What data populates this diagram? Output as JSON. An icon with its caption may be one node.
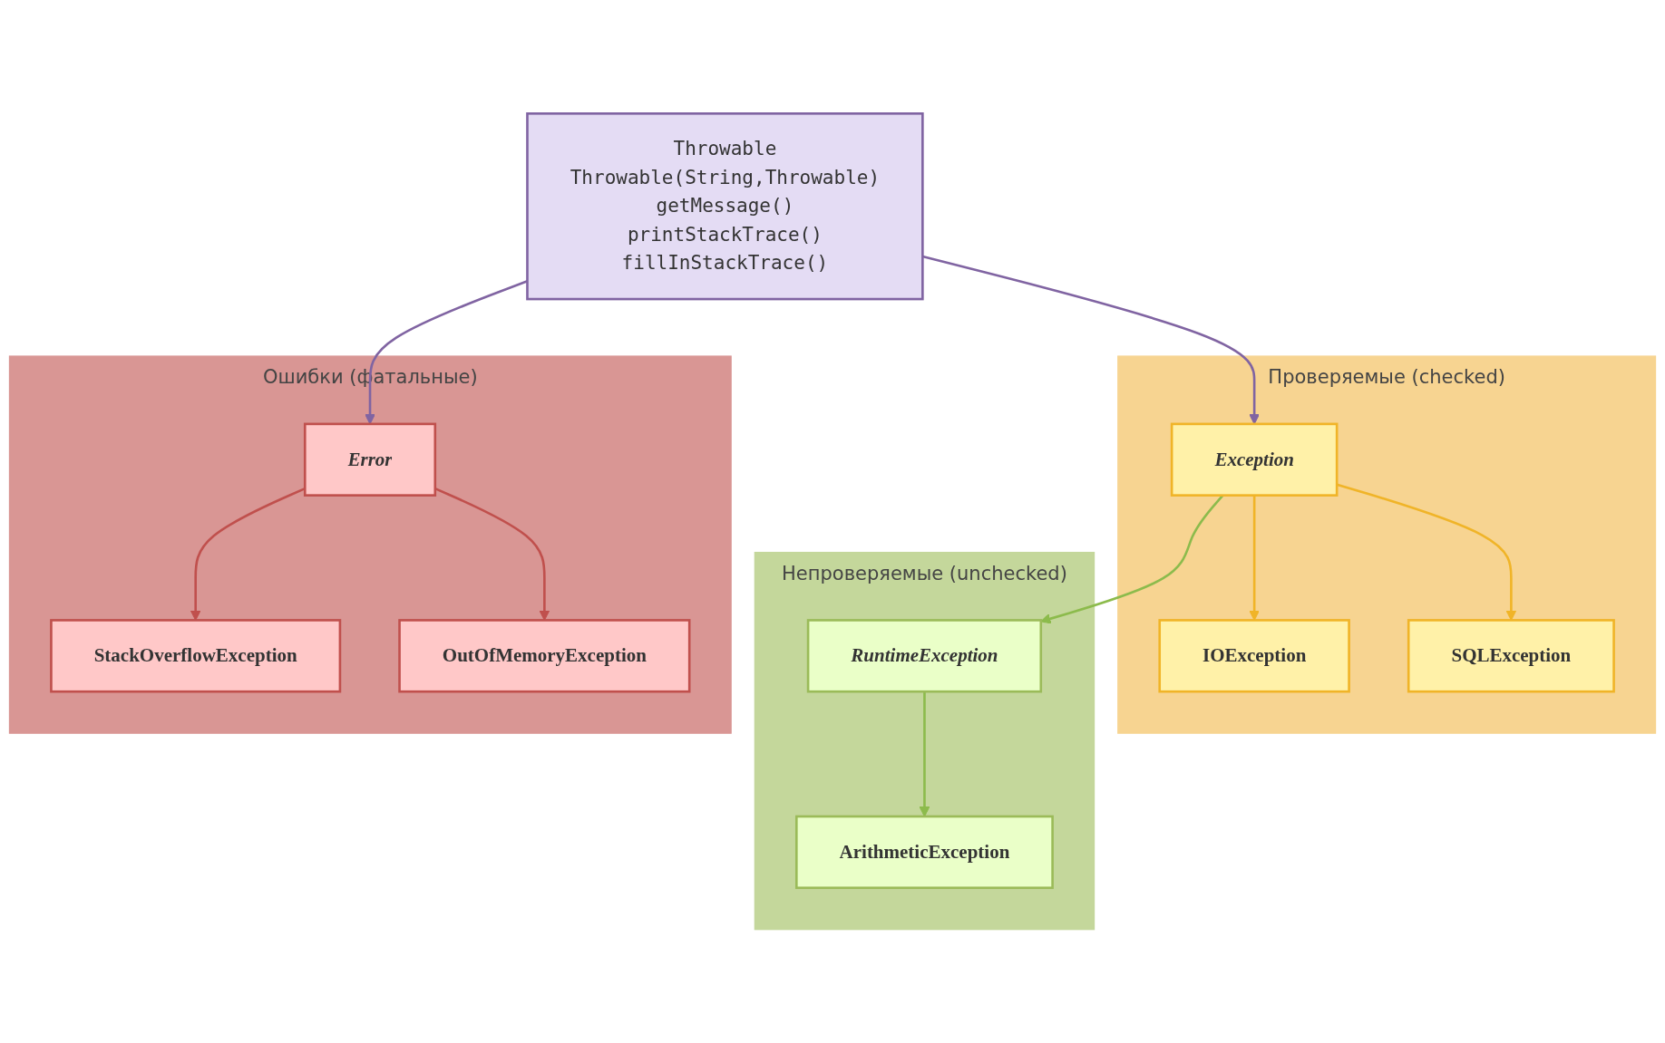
{
  "diagram": {
    "nodes": [
      {
        "text": [
          "Throwable",
          "Throwable(String,Throwable)",
          "getMessage()",
          "printStackTrace()",
          "fillInStackTrace()"
        ]
      },
      {
        "text": [
          "Проверяемые (checked)"
        ]
      },
      {
        "text": [
          "Exception"
        ],
        "in": 1
      },
      {
        "text": [
          "IOException"
        ],
        "in": 1
      },
      {
        "text": [
          "SQLException"
        ],
        "in": 1
      },
      {
        "text": [
          "Непроверяемые (unchecked)"
        ]
      },
      {
        "text": [
          "RuntimeException"
        ],
        "in": 5
      },
      {
        "text": [
          "ArithmeticException"
        ],
        "in": 5
      },
      {
        "text": [
          "Ошибки (фатальные)"
        ]
      },
      {
        "text": [
          "Error"
        ],
        "in": 8
      },
      {
        "text": [
          "StackOverflowException"
        ],
        "in": 8
      },
      {
        "text": [
          "OutOfMemoryException"
        ],
        "in": 8
      }
    ],
    "edges": [
      {
        "from": 0,
        "to": 2,
        "arrow": "to",
        "color": "#8064a2"
      },
      {
        "from": 0,
        "to": 9,
        "arrow": "to",
        "color": "#8064a2"
      },
      {
        "from": 2,
        "to": 3,
        "arrow": "to",
        "color": "#f0b428"
      },
      {
        "from": 2,
        "to": 4,
        "arrow": "to",
        "color": "#f0b428"
      },
      {
        "from": 2,
        "to": 6,
        "arrow": "to",
        "color": "#8cbb4c"
      },
      {
        "from": 6,
        "to": 7,
        "arrow": "to",
        "color": "#8cbb4c"
      },
      {
        "from": 9,
        "to": 10,
        "arrow": "to",
        "color": "#c0504d"
      },
      {
        "from": 9,
        "to": 11,
        "arrow": "to",
        "color": "#c0504d"
      }
    ]
  }
}
